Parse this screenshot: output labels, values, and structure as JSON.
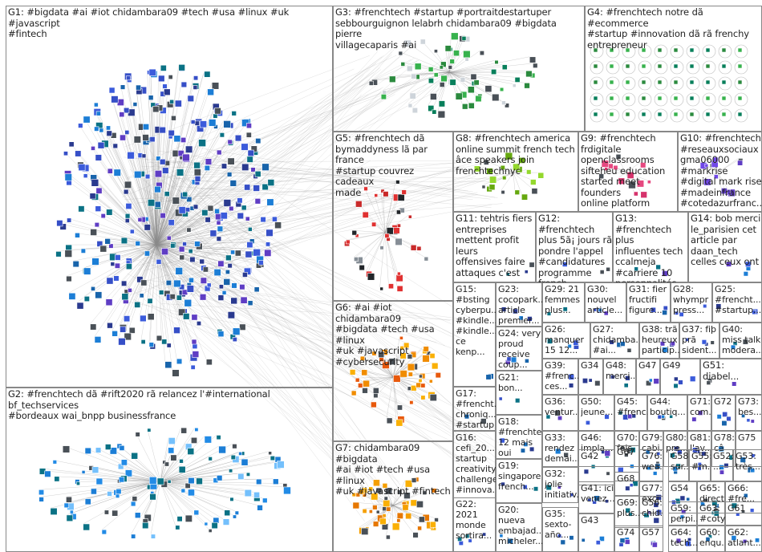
{
  "title": "",
  "groups": {
    "G1": "G1: #bigdata #ai #iot chidambara09 #tech #usa #linux #uk #javascript\n#fintech",
    "G2": "G2: #frenchtech dã #rift2020 rã relancez l'#international bf_techservices\n#bordeaux wai_bnpp businessfrance",
    "G3": "G3: #frenchtech #startup #portraitdestartuper\nsebbourguignon lelabrh chidambara09 #bigdata pierre\nvillagecaparis #ai",
    "G4": "G4: #frenchtech notre dã #ecommerce\n#startup #innovation dã rã frenchy\nentrepreneur",
    "G5": "G5: #frenchtech dã\nbymaddyness lã par france\n#startup couvrez cadeaux\nmade",
    "G6": "G6: #ai #iot chidambara09\n#bigdata #tech #usa #linux\n#uk #javascript\n#cybersecurity",
    "G7": "G7: chidambara09 #bigdata\n#ai #iot #tech #usa #linux\n#uk #javascript #fintech",
    "G8": "G8: #frenchtech america\nonline summit french tech\nâce speakers join\nfrenchtechnyc",
    "G9": "G9: #frenchtech\nfrdigitale\nopenclassrooms\nsifteheu education\nstarted meet founders\nonline platform",
    "G10": "G10: #frenchtech\n#reseauxsociaux\ngma06000\n#markrise\n#digital mark rise\n#madeinfrance\n#cotedazurfranc...",
    "G11": "G11: tehtris fiers\nentreprises\nmettent profit leurs\noffensives faire\nattaques c'est",
    "G12": "G12: #frenchtech\nplus 5ã¡ jours rã\npondre l'appel\n#candidatures\nprogramme\nfrench",
    "G13": "G13:\n#frenchtech plus\ninfluentes tech\nccalmeja\n#carriere 10\npersonnalités...",
    "G14": "G14: bob merci\nle_parisien cet\narticle par\ndaan_tech\ncelles ceux ont",
    "G15": "G15:\n#bsting\ncyberpu...\n#kindle...\n#kindle...\nce kenp...",
    "G16": "G16:\ncefi_20...\nstartup\ncreativity\nchallenge\n#innova...",
    "G17": "G17:\n#frencht...\nchroniq...\n#startup\ncette...",
    "G18": "G18:\n#frenchte...\n12 mais\noui",
    "G19": "G19:\nsingapore\nfrench...",
    "G20": "G20:\nnueva\nembajad...\nmicheler...",
    "G21": "G21: bon...",
    "G22": "G22:\n2021\nmonde\nsortira...",
    "G23": "G23:\ncocopark...\narticle\npremier...",
    "G24": "G24: very\nproud\nreceive\ncoup...",
    "G25": "G25:\n#frencht...\n#startup...",
    "G26": "G26:\nmanquer\n15 12...",
    "G27": "G27:\nchidamba...\n#ai...",
    "G28": "G28:\nwhympr\npress...",
    "G29": "G29: 21\nfemmes\nplus...",
    "G30": "G30:\nnouvel\narticle...",
    "G31": "G31: fier\nfructifi\nfigure...",
    "G32": "G32:\njolie\ninitiativ...",
    "G33": "G33:\nrendez\ndemai...",
    "G34": "G34",
    "G35": "G35:\nsexto-\naño...",
    "G36": "G36:\nventur...",
    "G37": "G37: fiþ\nprã\nsident...",
    "G38": "G38: trã\nheureux\nparticip...",
    "G39": "G39:\n#frenc...\nces...",
    "G40": "G40:\nmiss talk\nmodera...",
    "G41": "G41: ici\nvenez...",
    "G42": "G42",
    "G43": "G43",
    "G44": "G44:\nboutiq...",
    "G45": "G45:\n#frenc...",
    "G46": "G46:\nimpla...",
    "G47": "G47",
    "G48": "G48:\nmerci...",
    "G49": "G49",
    "G50": "G50:\njeune...",
    "G51": "G51:\ndiabel...",
    "G52": "G52: ...",
    "G53": "G53:\ntrès...",
    "G54": "G54",
    "G55": "G55:\n#m...",
    "G56": "G56:\nchid...",
    "G57": "G57",
    "G58": "G58:\nsur...",
    "G59": "G59:\nperpi...",
    "G60": "G60:\nenqu...",
    "G61": "G61",
    "G62": "G62:\natlant...",
    "G63": "G63:\n#coty...",
    "G64": "G64:\ntech...",
    "G65": "G65:\ndirect...",
    "G66": "G66:\n#fre...",
    "G67": "G67",
    "G68": "G68",
    "G69": "G69:\nplus...",
    "G70": "G70:\nfois",
    "G71": "G71:\ncom...",
    "G72": "G72",
    "G73": "G73:\nbes...",
    "G74": "G74",
    "G75": "G75",
    "G76": "G76:\nwea...",
    "G77": "G77:\nexcl...",
    "G78": "G78:\ncâ",
    "G79": "G79:\ncabi...",
    "G80": "G80:\npre...",
    "G81": "G81:\nl'av..."
  },
  "colors": {
    "edge": "#8c8c8c",
    "border": "#888888",
    "label": "#222222"
  }
}
